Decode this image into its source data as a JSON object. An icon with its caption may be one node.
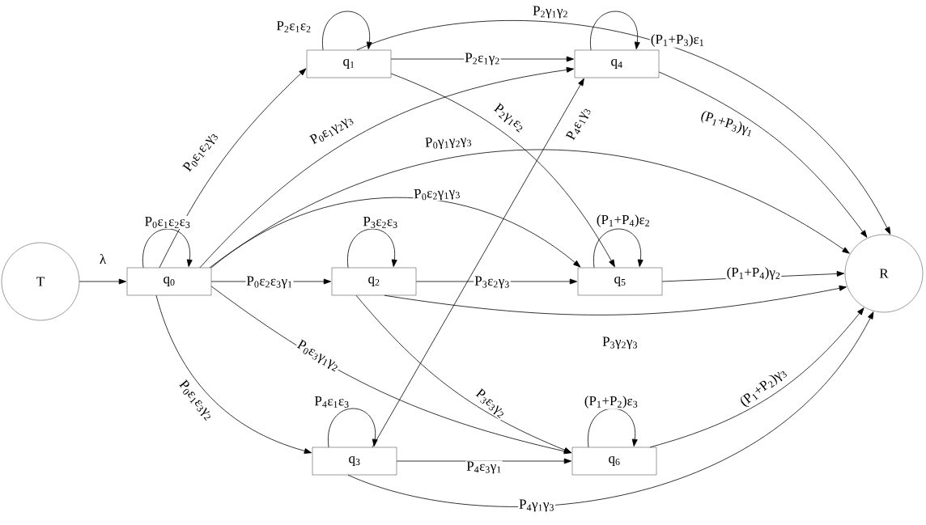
{
  "diagram": {
    "nodes": [
      {
        "text": [
          "T"
        ]
      },
      {
        "text": [
          "q$_{0}$"
        ]
      },
      {
        "text": [
          "q$_{1}$"
        ]
      },
      {
        "text": [
          "q$_{2}$"
        ]
      },
      {
        "text": [
          "q$_{3}$"
        ]
      },
      {
        "text": [
          "q$_{4}$"
        ]
      },
      {
        "text": [
          "q$_{5}$"
        ]
      },
      {
        "text": [
          "q$_{6}$"
        ]
      },
      {
        "text": [
          "R"
        ]
      }
    ],
    "edges": [
      {
        "from": 0,
        "to": 1,
        "arrow": "to",
        "label": "λ"
      },
      {
        "from": 1,
        "to": 1,
        "arrow": "to",
        "label": "P$_{0}$ε$_{1}$ε$_{2}$ε$_{3}$"
      },
      {
        "from": 1,
        "to": 2,
        "arrow": "to",
        "label": "P$_{0}$ε$_{1}$ε$_{2}$γ$_{3}$"
      },
      {
        "from": 1,
        "to": 5,
        "arrow": "to",
        "label": "P$_{0}$ε$_{1}$γ$_{2}$γ$_{3}$"
      },
      {
        "from": 1,
        "to": 8,
        "arrow": "to",
        "label": "P$_{0}$γ$_{1}$γ$_{2}$γ$_{3}$"
      },
      {
        "from": 1,
        "to": 6,
        "arrow": "to",
        "label": "P$_{0}$ε$_{2}$γ$_{1}$γ$_{3}$"
      },
      {
        "from": 1,
        "to": 3,
        "arrow": "to",
        "label": "P$_{0}$ε$_{2}$ε$_{3}$γ$_{1}$"
      },
      {
        "from": 1,
        "to": 7,
        "arrow": "to",
        "label": "P$_{0}$ε$_{3}$γ$_{1}$γ$_{2}$"
      },
      {
        "from": 1,
        "to": 4,
        "arrow": "to",
        "label": "P$_{0}$ε$_{1}$ε$_{3}$γ$_{2}$"
      },
      {
        "from": 2,
        "to": 2,
        "arrow": "to",
        "label": "P$_{2}$ε$_{1}$ε$_{2}$"
      },
      {
        "from": 2,
        "to": 5,
        "arrow": "to",
        "label": "P$_{2}$ε$_{1}$γ$_{2}$"
      },
      {
        "from": 2,
        "to": 8,
        "arrow": "to",
        "label": "P$_{2}$γ$_{1}$γ$_{2}$"
      },
      {
        "from": 2,
        "to": 6,
        "arrow": "to",
        "label": "P$_{2}$γ$_{1}$ε$_{2}$"
      },
      {
        "from": 5,
        "to": 5,
        "arrow": "to",
        "label": "(P$_{1}$+P$_{3}$)ε$_{1}$"
      },
      {
        "from": 5,
        "to": 8,
        "arrow": "to",
        "label": "(P$_{1}$+P$_{3}$)γ$_{1}$"
      },
      {
        "from": 3,
        "to": 3,
        "arrow": "to",
        "label": "P$_{3}$ε$_{2}$ε$_{3}$"
      },
      {
        "from": 3,
        "to": 6,
        "arrow": "to",
        "label": "P$_{3}$ε$_{2}$γ$_{3}$"
      },
      {
        "from": 3,
        "to": 8,
        "arrow": "to",
        "label": "P$_{3}$γ$_{2}$γ$_{3}$"
      },
      {
        "from": 3,
        "to": 7,
        "arrow": "to",
        "label": "P$_{3}$ε$_{3}$γ$_{2}$"
      },
      {
        "from": 6,
        "to": 6,
        "arrow": "to",
        "label": "(P$_{1}$+P$_{4}$)ε$_{2}$"
      },
      {
        "from": 6,
        "to": 8,
        "arrow": "to",
        "label": "(P$_{1}$+P$_{4}$)γ$_{2}$"
      },
      {
        "from": 4,
        "to": 4,
        "arrow": "to",
        "label": "P$_{4}$ε$_{1}$ε$_{3}$"
      },
      {
        "from": 4,
        "to": 5,
        "arrow": "to",
        "label": "P$_{4}$ε$_{1}$γ$_{3}$"
      },
      {
        "from": 4,
        "to": 7,
        "arrow": "to",
        "label": "P$_{4}$ε$_{3}$γ$_{1}$"
      },
      {
        "from": 4,
        "to": 8,
        "arrow": "to",
        "label": "P$_{4}$γ$_{1}$γ$_{3}$"
      },
      {
        "from": 7,
        "to": 7,
        "arrow": "to",
        "label": "(P$_{1}$+P$_{2}$)ε$_{3}$"
      },
      {
        "from": 7,
        "to": 8,
        "arrow": "to",
        "label": "(P$_{1}$+P$_{2}$)γ$_{3}$"
      }
    ]
  }
}
